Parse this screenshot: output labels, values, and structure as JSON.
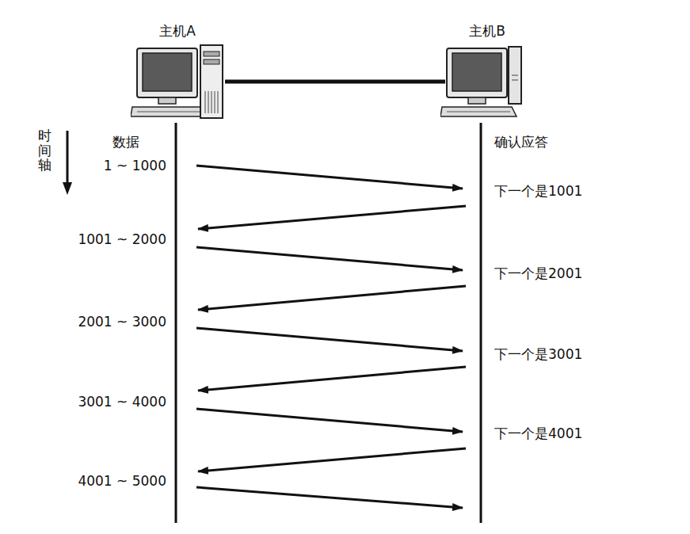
{
  "diagram": {
    "nodes": [
      {
        "text": [
          "主机A"
        ]
      },
      {
        "text": [
          "主机B"
        ]
      }
    ],
    "edges": [
      {
        "from": 0,
        "to": 1,
        "arrow": "none"
      }
    ],
    "labels": [
      "时间轴",
      "数据",
      "确认应答",
      "1 ~ 1000",
      "1001 ~ 2000",
      "2001 ~ 3000",
      "3001 ~ 4000",
      "4001 ~ 5000",
      "下一个是1001",
      "下一个是2001",
      "下一个是3001",
      "下一个是4001"
    ]
  }
}
